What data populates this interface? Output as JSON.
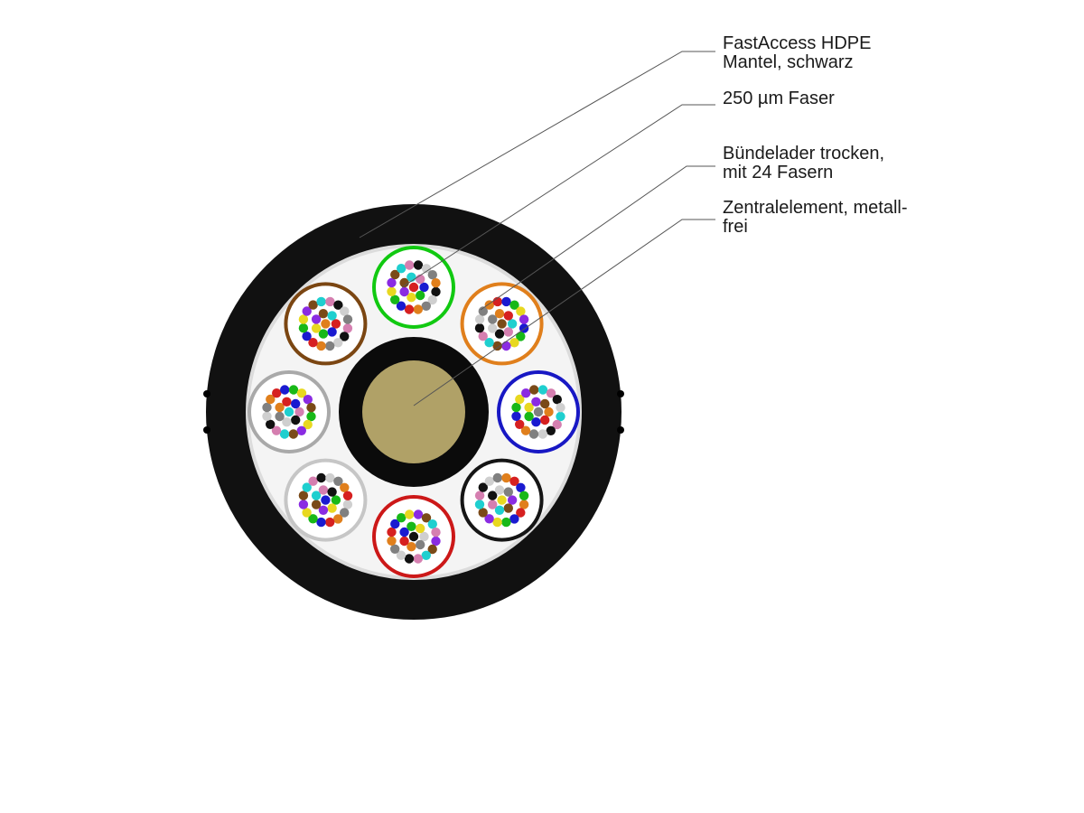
{
  "callouts": [
    {
      "id": "jacket",
      "lines": [
        "FastAccess HDPE",
        "Mantel, schwarz"
      ]
    },
    {
      "id": "fiber",
      "lines": [
        "250 µm Faser"
      ]
    },
    {
      "id": "tube",
      "lines": [
        "Bündelader trocken,",
        "mit 24 Fasern"
      ]
    },
    {
      "id": "core",
      "lines": [
        "Zentralelement, metall-",
        "frei"
      ]
    }
  ],
  "colors": {
    "jacket": "#111111",
    "filler": "#f4f4f4",
    "filler_rim": "#dcdcdc",
    "core_ring": "#0b0b0b",
    "core": "#b0a167",
    "leader_line": "#555555"
  },
  "tubes": [
    {
      "name": "green",
      "color": "#11c911"
    },
    {
      "name": "orange",
      "color": "#e07f1c"
    },
    {
      "name": "blue",
      "color": "#1818c4"
    },
    {
      "name": "black",
      "color": "#151515"
    },
    {
      "name": "red",
      "color": "#cc1818"
    },
    {
      "name": "white",
      "color": "#c6c6c6"
    },
    {
      "name": "grey",
      "color": "#a9a9a9"
    },
    {
      "name": "brown",
      "color": "#7b4612"
    }
  ],
  "fiber_colors": [
    "#d62020",
    "#1a1ad0",
    "#18b818",
    "#e8d820",
    "#8a2be2",
    "#7a4a18",
    "#1fcfcf",
    "#d57fb0",
    "#111111",
    "#cfcfcf",
    "#808080",
    "#e07f1c"
  ],
  "fibers_per_tube": 24
}
